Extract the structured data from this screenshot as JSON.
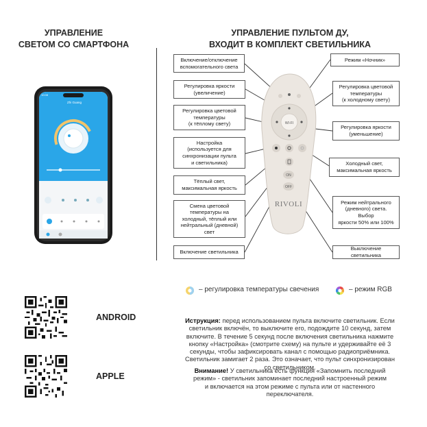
{
  "left_heading": [
    "УПРАВЛЕНИЕ",
    "СВЕТОМ СО СМАРТФОНА"
  ],
  "right_heading": [
    "УПРАВЛЕНИЕ ПУЛЬТОМ ДУ,",
    "ВХОДИТ В КОМПЛЕКТ СВЕТИЛЬНИКА"
  ],
  "phone": {
    "time": "10:08",
    "app_title": "Zhi Guang"
  },
  "remote": {
    "brand": "RIVOLI",
    "on": "ON",
    "off": "OFF",
    "wifi": "WI-FI"
  },
  "labels": {
    "aux_light": [
      "Включение/отключение",
      "вспомогательного света"
    ],
    "night_mode": [
      "Режим «Ночник»"
    ],
    "brightness_up": [
      "Регулировка яркости",
      "(увеличение)"
    ],
    "temp_cold": [
      "Регулировка цветовой",
      "температуры",
      "(к холодному свету)"
    ],
    "temp_warm": [
      "Регулировка цветовой",
      "температуры",
      "(к тёплому свету)"
    ],
    "brightness_down": [
      "Регулировка яркости",
      "(уменьшение)"
    ],
    "setup": [
      "Настройка",
      "(используется для",
      "синхронизации пульта",
      "и светильника)"
    ],
    "cold_light": [
      "Холодный свет,",
      "максимальная яркость"
    ],
    "warm_light": [
      "Тёплый свет,",
      "максимальная яркость"
    ],
    "neutral_mode": [
      "Режим нейтрального",
      "(дневного) света.",
      "Выбор",
      "яркости 50% или 100%"
    ],
    "cycle_temp": [
      "Смена цветовой",
      "температуры на",
      "холодный, тёплый или",
      "нейтральный (дневной)",
      "свет"
    ],
    "turn_on": [
      "Включение светильника"
    ],
    "turn_off": [
      "Выключение светильника"
    ]
  },
  "legend": {
    "temp": "– регулировка температуры свечения",
    "rgb": "– режим RGB"
  },
  "platforms": {
    "android": "ANDROID",
    "apple": "APPLE"
  },
  "instruction": {
    "lead": "Иструкция:",
    "lines": [
      " перед использованием пульта включите светильник. Если",
      "светильник включён, то выключите его, подождите 10 секунд, затем",
      "включите. В течение 5 секунд после включения светильника нажмите",
      "кнопку «Настройка» (смотрите схему) на пульте и удерживайте её 3",
      "секунды, чтобы зафиксировать канал с помощью радиоприёмника.",
      "Светильник замигает 2 раза. Это означает, что пульт синхронизирован",
      "со светильником."
    ]
  },
  "attention": {
    "lead": "Внимание!",
    "lines": [
      " У светильника есть функция «Запомнить последний",
      "режим» - светильник запоминает последний настроенный режим",
      "и включается на этом режиме с пульта или от настенного",
      "переключателя."
    ]
  },
  "colors": {
    "accent": "#2aa6e8",
    "remote_body": "#ebe7e2",
    "text": "#333333"
  }
}
